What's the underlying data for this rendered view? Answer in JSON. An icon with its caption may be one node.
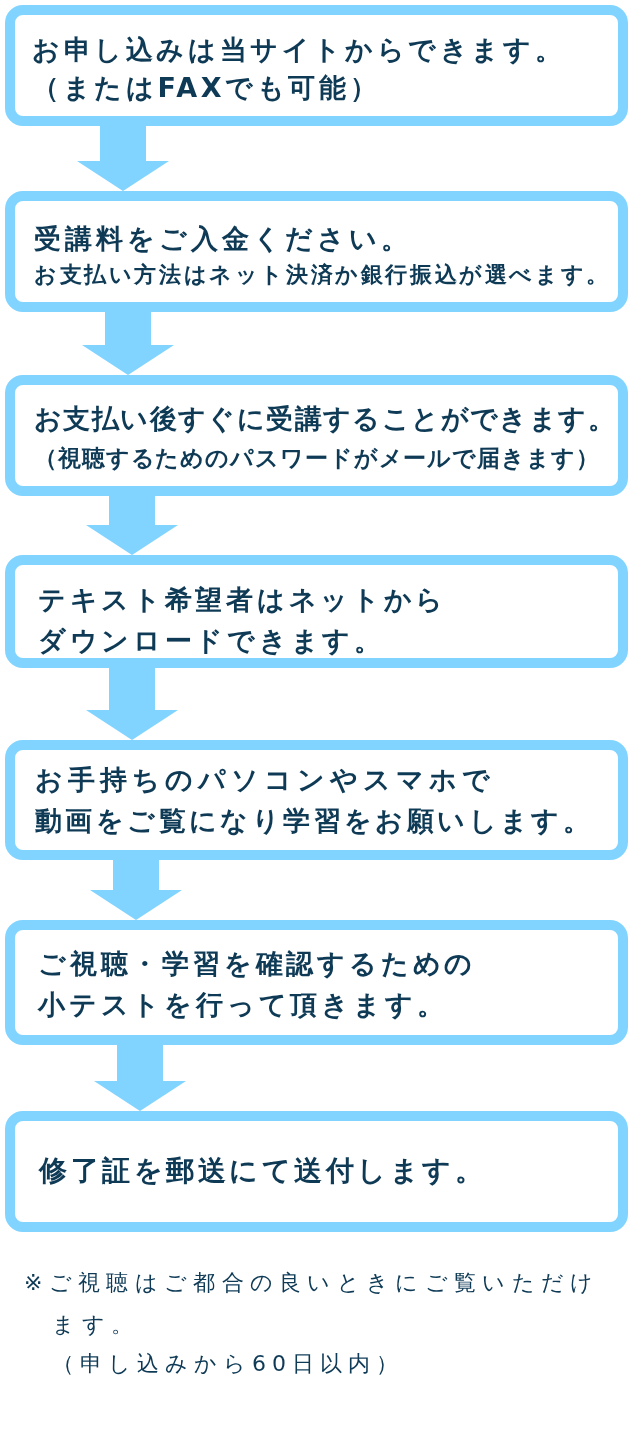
{
  "diagram": {
    "nodes": [
      {
        "text": [
          "お申し込みは当サイトからできます。",
          "（またはFAXでも可能）"
        ]
      },
      {
        "text": [
          "受講料をご入金ください。",
          "お支払い方法はネット決済か銀行振込が選べます。"
        ]
      },
      {
        "text": [
          "お支払い後すぐに受講することができます。",
          "（視聴するためのパスワードがメールで届きます）"
        ]
      },
      {
        "text": [
          "テキスト希望者はネットからダウンロードできます。"
        ]
      },
      {
        "text": [
          "お手持ちのパソコンやスマホで",
          "動画をご覧になり学習をお願いします。"
        ]
      },
      {
        "text": [
          "ご視聴・学習を確認するための小テストを行って頂きます。"
        ]
      },
      {
        "text": [
          "修了証を郵送にて送付します。"
        ]
      }
    ],
    "edges": [
      {
        "from": 0,
        "to": 1,
        "arrow": "to"
      },
      {
        "from": 1,
        "to": 2,
        "arrow": "to"
      },
      {
        "from": 2,
        "to": 3,
        "arrow": "to"
      },
      {
        "from": 3,
        "to": 4,
        "arrow": "to"
      },
      {
        "from": 4,
        "to": 5,
        "arrow": "to"
      },
      {
        "from": 5,
        "to": 6,
        "arrow": "to"
      }
    ],
    "labels": [
      "※ご視聴はご都合の良いときにご覧いただけます。",
      "（申し込みから60日以内）"
    ]
  }
}
